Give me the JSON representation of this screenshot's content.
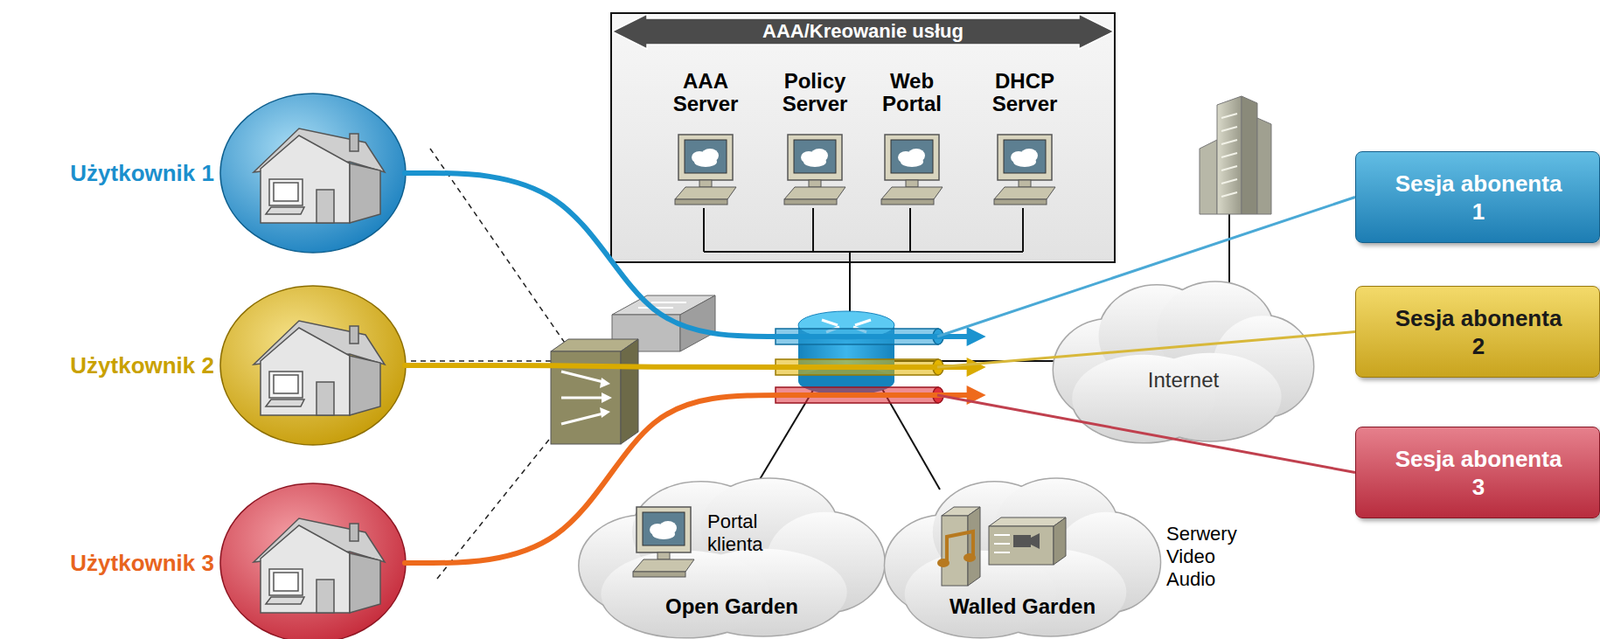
{
  "diagram": {
    "nodes": [
      {
        "text": [
          "AAA/Kreowanie usług"
        ]
      },
      {
        "text": [
          "AAA Server"
        ],
        "in": 0
      },
      {
        "text": [
          "Policy Server"
        ],
        "in": 0
      },
      {
        "text": [
          "Web Portal"
        ],
        "in": 0
      },
      {
        "text": [
          "DHCP Server"
        ],
        "in": 0
      },
      {
        "text": [
          "Użytkownik 1"
        ]
      },
      {
        "text": [
          "Użytkownik 2"
        ]
      },
      {
        "text": [
          "Użytkownik 3"
        ]
      },
      {
        "text": [
          "Internet"
        ]
      },
      {
        "text": [
          "Portal klienta",
          "Open Garden"
        ]
      },
      {
        "text": [
          "Walled Garden",
          "Serwery Video Audio"
        ]
      },
      {
        "text": [
          "Sesja abonenta 1"
        ]
      },
      {
        "text": [
          "Sesja abonenta 2"
        ]
      },
      {
        "text": [
          "Sesja abonenta 3"
        ]
      }
    ],
    "edges": [
      {
        "from": 5,
        "to": 11,
        "arrow": "to"
      },
      {
        "from": 6,
        "to": 12,
        "arrow": "to"
      },
      {
        "from": 7,
        "to": 13,
        "arrow": "to"
      }
    ]
  }
}
